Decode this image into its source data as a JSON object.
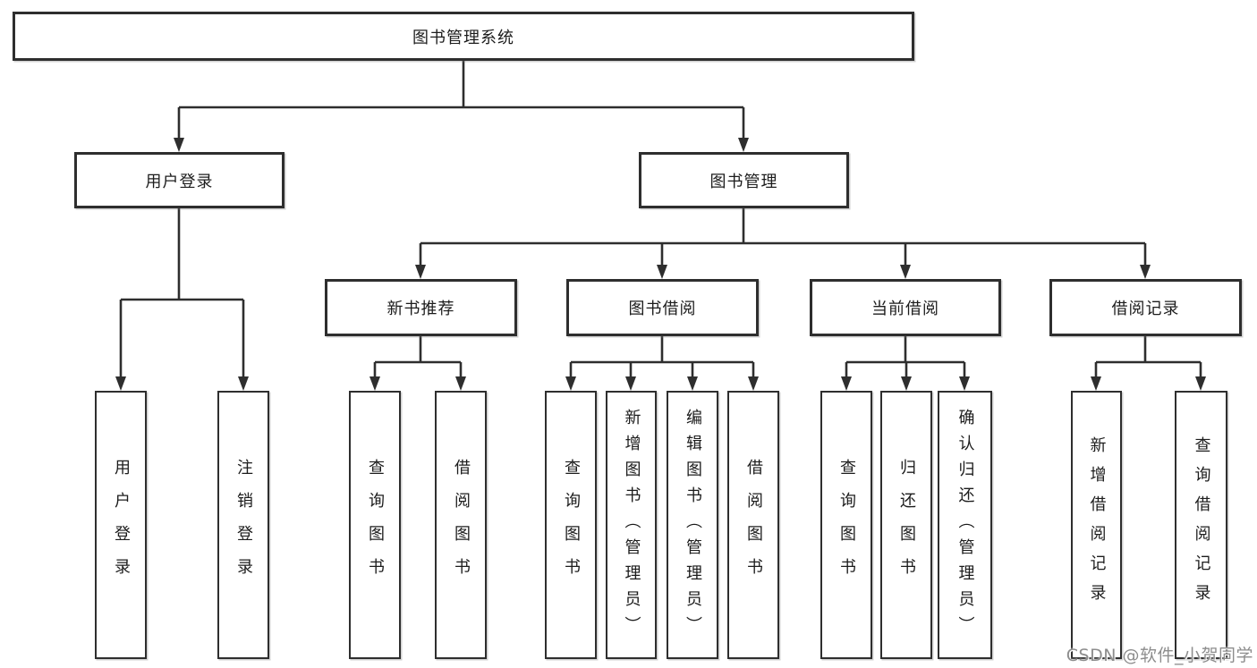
{
  "diagram": {
    "title": "图书管理系统",
    "tree": {
      "label": "图书管理系统",
      "children": [
        {
          "label": "用户登录",
          "children": [
            {
              "label": "用户登录"
            },
            {
              "label": "注销登录"
            }
          ]
        },
        {
          "label": "图书管理",
          "children": [
            {
              "label": "新书推荐",
              "children": [
                {
                  "label": "查询图书"
                },
                {
                  "label": "借阅图书"
                }
              ]
            },
            {
              "label": "图书借阅",
              "children": [
                {
                  "label": "查询图书"
                },
                {
                  "label": "新增图书（管理员）"
                },
                {
                  "label": "编辑图书（管理员）"
                },
                {
                  "label": "借阅图书"
                }
              ]
            },
            {
              "label": "当前借阅",
              "children": [
                {
                  "label": "查询图书"
                },
                {
                  "label": "归还图书"
                },
                {
                  "label": "确认归还（管理员）"
                }
              ]
            },
            {
              "label": "借阅记录",
              "children": [
                {
                  "label": "新增借阅记录"
                },
                {
                  "label": "查询借阅记录"
                }
              ]
            }
          ]
        }
      ]
    },
    "colors": {
      "line": "#2e2e2e",
      "box_border": "#2e2e2e",
      "text": "#1c1c1c",
      "background": "#ffffff",
      "watermark": "#8d8d8d"
    }
  },
  "watermark": "CSDN @软件_小贺同学"
}
